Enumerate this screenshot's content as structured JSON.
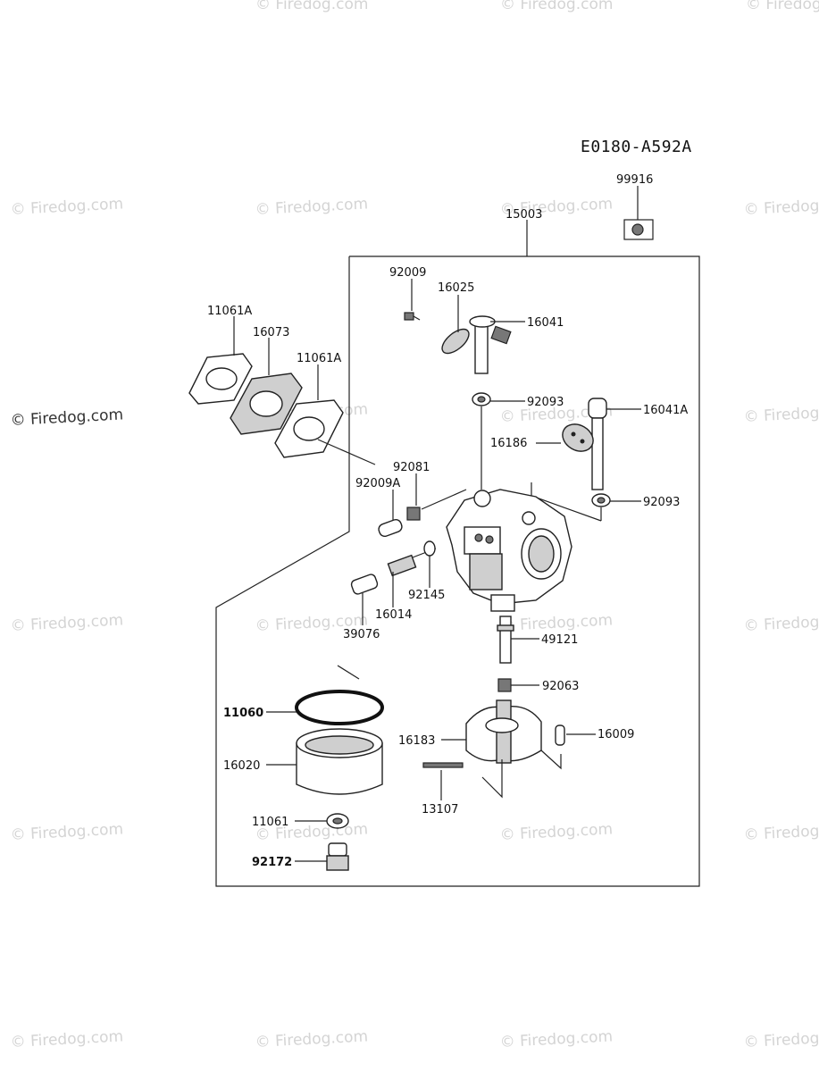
{
  "diagram_code": "E0180-A592A",
  "watermark": "© Firedog.com",
  "labels": {
    "p99916": "99916",
    "p15003": "15003",
    "p92009": "92009",
    "p16025": "16025",
    "p16041": "16041",
    "p11061A_1": "11061A",
    "p16073": "16073",
    "p11061A_2": "11061A",
    "p92093_1": "92093",
    "p16041A": "16041A",
    "p16186": "16186",
    "p92081": "92081",
    "p92009A": "92009A",
    "p92093_2": "92093",
    "p92145": "92145",
    "p16014": "16014",
    "p39076": "39076",
    "p49121": "49121",
    "p92063": "92063",
    "p11060": "11060",
    "p16183": "16183",
    "p16009": "16009",
    "p16020": "16020",
    "p13107": "13107",
    "p11061": "11061",
    "p92172": "92172"
  },
  "colors": {
    "line": "#222222",
    "watermark": "#d4d4d4",
    "background": "#ffffff"
  }
}
